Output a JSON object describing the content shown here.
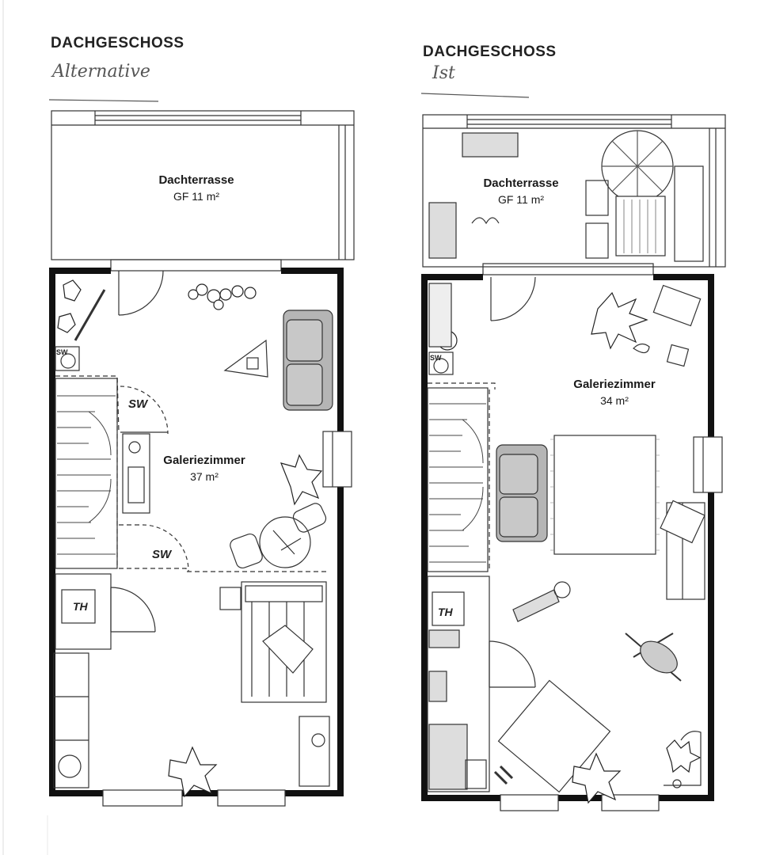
{
  "plans": [
    {
      "heading": "DACHGESCHOSS",
      "variant": "Alternative",
      "terrace": {
        "name": "Dachterrasse",
        "area": "GF 11 m²"
      },
      "gallery": {
        "name": "Galeriezimmer",
        "area": "37 m²"
      },
      "labels": {
        "sw1": "SW",
        "sw2": "SW",
        "sw_small": "SW",
        "th": "TH"
      }
    },
    {
      "heading": "DACHGESCHOSS",
      "variant": "Ist",
      "terrace": {
        "name": "Dachterrasse",
        "area": "GF 11 m²"
      },
      "gallery": {
        "name": "Galeriezimmer",
        "area": "34 m²"
      },
      "labels": {
        "sw_small": "SW",
        "th": "TH"
      }
    }
  ],
  "colors": {
    "wall": "#111111",
    "furniture_fill": "#b5b5b5",
    "line": "#333333"
  }
}
